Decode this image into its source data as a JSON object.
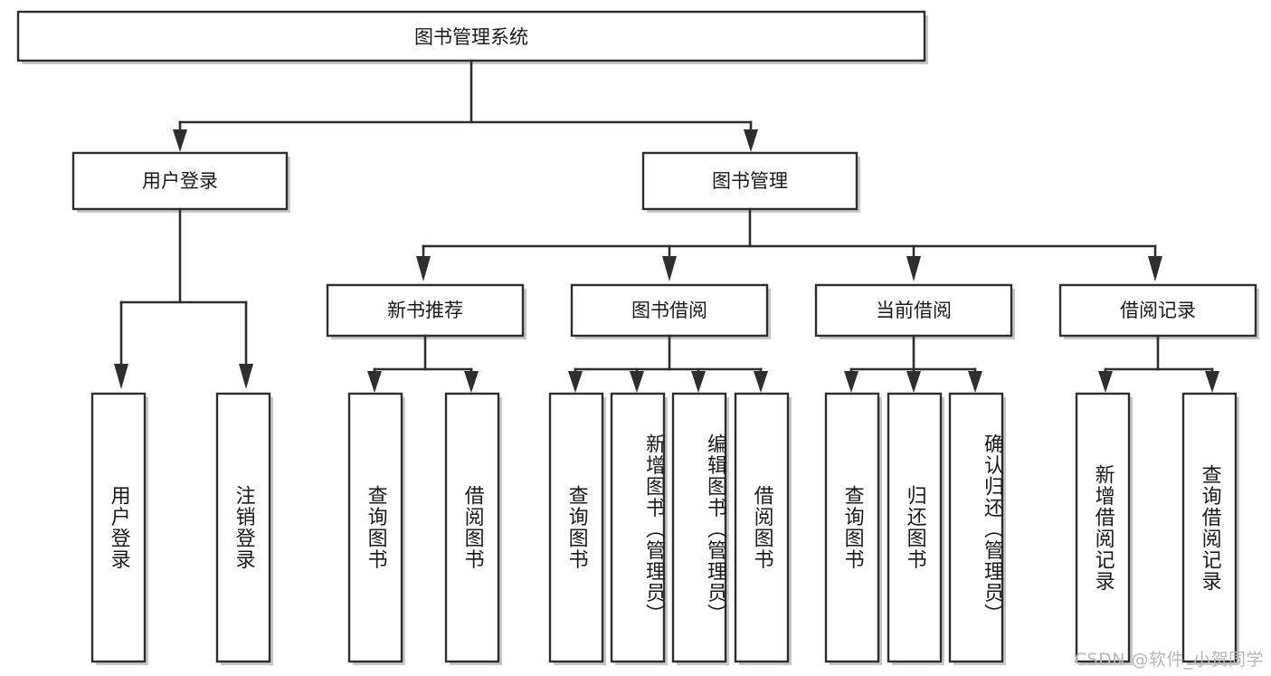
{
  "diagram": {
    "type": "tree-hierarchy",
    "title": "图书管理系统",
    "watermark": "CSDN @软件_小贺同学",
    "colors": {
      "stroke": "#2e2e2e",
      "fill": "#ffffff",
      "text": "#1a1a1a",
      "watermark": "#b7b7b7"
    },
    "root": {
      "id": "root",
      "label": "图书管理系统"
    },
    "level2": [
      {
        "id": "user-login",
        "label": "用户登录"
      },
      {
        "id": "book-manage",
        "label": "图书管理"
      }
    ],
    "level3": [
      {
        "id": "new-book-rec",
        "label": "新书推荐",
        "parent": "book-manage"
      },
      {
        "id": "book-borrow",
        "label": "图书借阅",
        "parent": "book-manage"
      },
      {
        "id": "current-borrow",
        "label": "当前借阅",
        "parent": "book-manage"
      },
      {
        "id": "borrow-record",
        "label": "借阅记录",
        "parent": "book-manage"
      }
    ],
    "leaves": [
      {
        "id": "leaf-user-login",
        "label": "用户登录",
        "parent": "user-login"
      },
      {
        "id": "leaf-logout",
        "label": "注销登录",
        "parent": "user-login"
      },
      {
        "id": "leaf-query-book-rec",
        "label": "查询图书",
        "parent": "new-book-rec"
      },
      {
        "id": "leaf-borrow-book-rec",
        "label": "借阅图书",
        "parent": "new-book-rec"
      },
      {
        "id": "leaf-query-book-borrow",
        "label": "查询图书",
        "parent": "book-borrow"
      },
      {
        "id": "leaf-add-book",
        "label": "新增图书（管理员）",
        "parent": "book-borrow"
      },
      {
        "id": "leaf-edit-book",
        "label": "编辑图书（管理员）",
        "parent": "book-borrow"
      },
      {
        "id": "leaf-borrow-book",
        "label": "借阅图书",
        "parent": "book-borrow"
      },
      {
        "id": "leaf-query-book-current",
        "label": "查询图书",
        "parent": "current-borrow"
      },
      {
        "id": "leaf-return-book",
        "label": "归还图书",
        "parent": "current-borrow"
      },
      {
        "id": "leaf-confirm-return",
        "label": "确认归还（管理员）",
        "parent": "current-borrow"
      },
      {
        "id": "leaf-add-record",
        "label": "新增借阅记录",
        "parent": "borrow-record"
      },
      {
        "id": "leaf-query-record",
        "label": "查询借阅记录",
        "parent": "borrow-record"
      }
    ]
  }
}
